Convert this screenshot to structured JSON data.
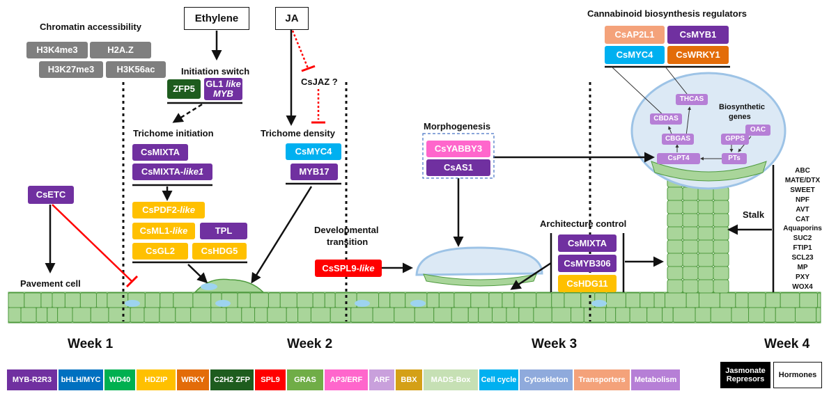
{
  "colors": {
    "grey": "#7f7f7f",
    "purple": "#7030a0",
    "dark_green": "#1e5c1e",
    "yellow": "#ffc000",
    "cyan": "#00b0f0",
    "red": "#ff0000",
    "pink": "#ff66cc",
    "salmon": "#f4a27a",
    "orange": "#e36c09",
    "lavender": "#b67fd6",
    "cell_green": "#a9d59a",
    "cell_border": "#4e9a3e",
    "gland_fill": "#dce9f5"
  },
  "headings": {
    "chromatin": "Chromatin accessibility",
    "initiation_switch": "Initiation switch",
    "trichome_initiation": "Trichome initiation",
    "trichome_density": "Trichome density",
    "pavement_cell": "Pavement cell",
    "cannabinoid": "Cannabinoid biosynthesis regulators",
    "morphogenesis": "Morphogenesis",
    "dev_transition_1": "Developmental",
    "dev_transition_2": "transition",
    "architecture": "Architecture control",
    "biosynthetic_1": "Biosynthetic",
    "biosynthetic_2": "genes",
    "stalk": "Stalk",
    "csjaz": "CsJAZ ?"
  },
  "hormones": {
    "ethylene": "Ethylene",
    "ja": "JA"
  },
  "chromatin_marks": [
    "H3K4me3",
    "H2A.Z",
    "H3K27me3",
    "H3K56ac"
  ],
  "genes": {
    "zfp5": "ZFP5",
    "gl1_a": "GL1 ",
    "gl1_b": "like",
    "gl1_c": "MYB",
    "csmixta": "CsMIXTA",
    "csmixta_like_a": "CsMIXTA-",
    "csmixta_like_b": "like1",
    "cspdf2_a": "CsPDF2-",
    "cspdf2_b": "like",
    "csml1_a": "CsML1-",
    "csml1_b": "like",
    "tpl": "TPL",
    "csgl2": "CsGL2",
    "cshdg5": "CsHDG5",
    "csmyc4_density": "CsMYC4",
    "myb17": "MYB17",
    "csetc": "CsETC",
    "csyabby3": "CsYABBY3",
    "csas1": "CsAS1",
    "csspl9_a": "CsSPL9-",
    "csspl9_b": "like",
    "arch_csmixta": "CsMIXTA",
    "csmyb306": "CsMYB306",
    "cshdg11": "CsHDG11",
    "csap2l1": "CsAP2L1",
    "csmyb1": "CsMYB1",
    "csmyc4_reg": "CsMYC4",
    "cswrky1": "CsWRKY1"
  },
  "metabolic": {
    "thcas": "THCAS",
    "cbdas": "CBDAS",
    "cbgas": "CBGAS",
    "gpps": "GPPS",
    "oac": "OAC",
    "cspt4": "CsPT4",
    "pts": "PTs"
  },
  "transporters": [
    "ABC",
    "MATE/DTX",
    "SWEET",
    "NPF",
    "AVT",
    "CAT",
    "Aquaporins",
    "SUC2",
    "FTIP1",
    "SCL23",
    "MP",
    "PXY",
    "WOX4"
  ],
  "weeks": [
    "Week 1",
    "Week 2",
    "Week 3",
    "Week 4"
  ],
  "legend": [
    {
      "label": "MYB-R2R3",
      "color": "#7030a0"
    },
    {
      "label": "bHLH/MYC",
      "color": "#0070c0"
    },
    {
      "label": "WD40",
      "color": "#00b050"
    },
    {
      "label": "HDZIP",
      "color": "#ffc000"
    },
    {
      "label": "WRKY",
      "color": "#e36c09"
    },
    {
      "label": "C2H2 ZFP",
      "color": "#1e5c1e"
    },
    {
      "label": "SPL9",
      "color": "#ff0000"
    },
    {
      "label": "GRAS",
      "color": "#70ad47"
    },
    {
      "label": "AP3/ERF",
      "color": "#ff66cc"
    },
    {
      "label": "ARF",
      "color": "#c9a0dc"
    },
    {
      "label": "BBX",
      "color": "#d4a017"
    },
    {
      "label": "MADS-Box",
      "color": "#c6e0b4"
    },
    {
      "label": "Cell cycle",
      "color": "#00b0f0"
    },
    {
      "label": "Cytoskleton",
      "color": "#8faadc"
    },
    {
      "label": "Transporters",
      "color": "#f4a27a"
    },
    {
      "label": "Metabolism",
      "color": "#b67fd6"
    }
  ],
  "legend_special": {
    "jasmonate_1": "Jasmonate",
    "jasmonate_2": "Represors",
    "hormones": "Hormones"
  }
}
